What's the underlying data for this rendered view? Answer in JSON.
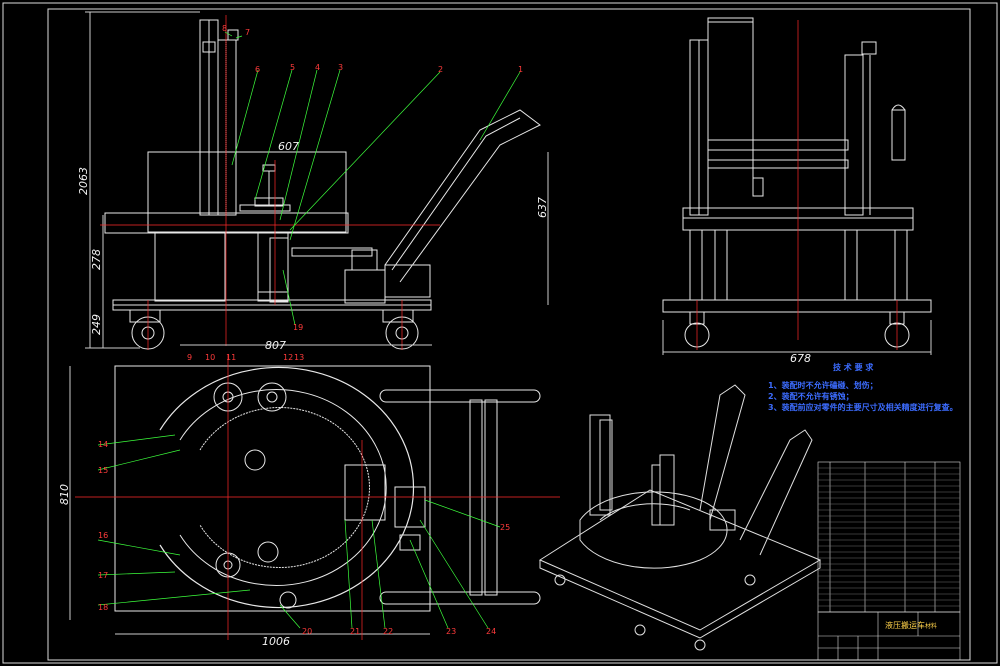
{
  "drawing": {
    "dims": {
      "total_height": "2063",
      "upper_height": "278",
      "lower_height": "249",
      "top_width": "607",
      "handle_height": "637",
      "side_width": "678",
      "plan_width": "807",
      "plan_length": "1006",
      "plan_depth": "810"
    },
    "balloons": [
      "1",
      "2",
      "3",
      "4",
      "5",
      "6",
      "7",
      "8",
      "9",
      "10",
      "11",
      "12",
      "13",
      "14",
      "15",
      "16",
      "17",
      "18",
      "19",
      "20",
      "21",
      "22",
      "23",
      "24",
      "25"
    ],
    "notes": {
      "title": "技 术 要 求",
      "items": [
        "1、装配时不允许磕碰、划伤；",
        "2、装配不允许有锈蚀；",
        "3、装配前应对零件的主要尺寸及相关精度进行复查。"
      ]
    },
    "title_block": {
      "name": "液压搬运车",
      "material_label": "材料"
    }
  }
}
